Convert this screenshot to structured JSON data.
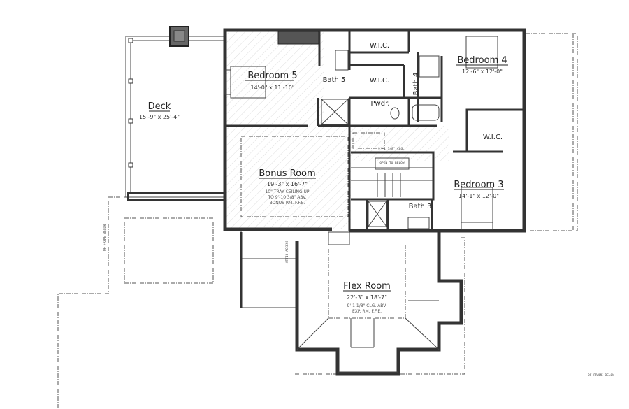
{
  "plan": {
    "rooms": {
      "deck": {
        "name": "Deck",
        "dims": "15'-9\" x 25'-4\""
      },
      "bedroom5": {
        "name": "Bedroom 5",
        "dims": "14'-0\" x 11'-10\""
      },
      "bath5": {
        "name": "Bath 5"
      },
      "wic_upper": {
        "name": "W.I.C."
      },
      "wic_middle": {
        "name": "W.I.C."
      },
      "bath4": {
        "name": "Bath 4"
      },
      "pwdr": {
        "name": "Pwdr."
      },
      "bedroom4": {
        "name": "Bedroom 4",
        "dims": "12'-6\" x 12'-0\""
      },
      "wic_bed3": {
        "name": "W.I.C."
      },
      "bonus": {
        "name": "Bonus Room",
        "dims": "19'-3\" x 16'-7\"",
        "notes": [
          "10\" TRAY CEILING UP",
          "TO 9'-10 3/8\" ABV.",
          "BONUS RM. F.F.E."
        ]
      },
      "bedroom3": {
        "name": "Bedroom 3",
        "dims": "14'-1\" x 12'-0\""
      },
      "bath3": {
        "name": "Bath 3"
      },
      "flex": {
        "name": "Flex Room",
        "dims": "22'-3\" x 18'-7\"",
        "notes": [
          "9'-1 1/8\" CLG. ABV.",
          "EXP. RM. F.F.E."
        ]
      }
    },
    "annotations": {
      "open_to_below": "OPEN TO BELOW",
      "ceiling": "9'-1 1/8\" CLG.",
      "attic_access": "ATTIC ACCESS",
      "of_frame_below_right": "OF FRAME BELOW",
      "of_frame_below_left": "OF FRAME BELOW"
    }
  }
}
